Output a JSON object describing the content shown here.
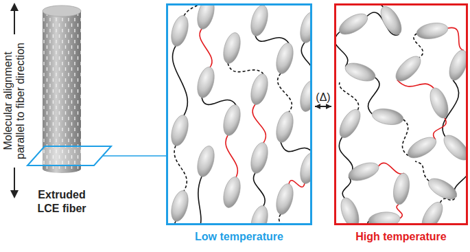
{
  "diagram": {
    "nodes": [
      {
        "text": [
          "Extruded LCE fiber"
        ]
      },
      {
        "text": [
          "Low temperature"
        ]
      },
      {
        "text": [
          "High temperature"
        ]
      }
    ],
    "edges": [
      {
        "from": 1,
        "to": 2,
        "arrow": "both",
        "label": "(Δ)"
      }
    ],
    "labels": [
      "Molecular alignment parallel to fiber direction"
    ]
  }
}
